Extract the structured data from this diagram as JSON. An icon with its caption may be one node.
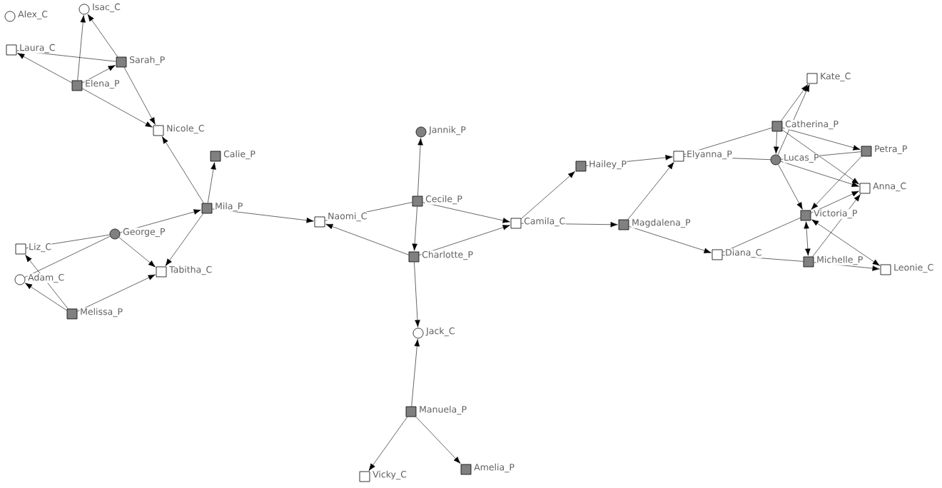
{
  "diagram": {
    "nodes": [
      {
        "text": [],
        "shape": "circle",
        "beside": [
          "Alex_C"
        ]
      },
      {
        "text": [],
        "shape": "circle",
        "beside": [
          "Isac_C"
        ]
      },
      {
        "text": [],
        "shape": "box",
        "beside": [
          "Laura_C"
        ]
      },
      {
        "text": [],
        "shape": "box",
        "beside": [
          "Sarah_P"
        ]
      },
      {
        "text": [],
        "shape": "box",
        "beside": [
          "Elena_P"
        ]
      },
      {
        "text": [],
        "shape": "box",
        "beside": [
          "Nicole_C"
        ]
      },
      {
        "text": [],
        "shape": "box",
        "beside": [
          "Calie_P"
        ]
      },
      {
        "text": [],
        "shape": "box",
        "beside": [
          "Mila_P"
        ]
      },
      {
        "text": [],
        "shape": "circle",
        "beside": [
          "George_P"
        ]
      },
      {
        "text": [],
        "shape": "box",
        "beside": [
          "Liz_C"
        ]
      },
      {
        "text": [],
        "shape": "box",
        "beside": [
          "Tabitha_C"
        ]
      },
      {
        "text": [],
        "shape": "circle",
        "beside": [
          "Adam_C"
        ]
      },
      {
        "text": [],
        "shape": "box",
        "beside": [
          "Melissa_P"
        ]
      },
      {
        "text": [],
        "shape": "circle",
        "beside": [
          "Jannik_P"
        ]
      },
      {
        "text": [],
        "shape": "box",
        "beside": [
          "Cecile_P"
        ]
      },
      {
        "text": [],
        "shape": "box",
        "beside": [
          "Naomi_C"
        ]
      },
      {
        "text": [],
        "shape": "box",
        "beside": [
          "Charlotte_P"
        ]
      },
      {
        "text": [],
        "shape": "box",
        "beside": [
          "Camila_C"
        ]
      },
      {
        "text": [],
        "shape": "box",
        "beside": [
          "Hailey_P"
        ]
      },
      {
        "text": [],
        "shape": "box",
        "beside": [
          "Elyanna_P"
        ]
      },
      {
        "text": [],
        "shape": "box",
        "beside": [
          "Magdalena_P"
        ]
      },
      {
        "text": [],
        "shape": "box",
        "beside": [
          "Diana_C"
        ]
      },
      {
        "text": [],
        "shape": "box",
        "beside": [
          "Kate_C"
        ]
      },
      {
        "text": [],
        "shape": "box",
        "beside": [
          "Catherina_P"
        ]
      },
      {
        "text": [],
        "shape": "circle",
        "beside": [
          "Lucas_P"
        ]
      },
      {
        "text": [],
        "shape": "box",
        "beside": [
          "Petra_P"
        ]
      },
      {
        "text": [],
        "shape": "box",
        "beside": [
          "Anna_C"
        ]
      },
      {
        "text": [],
        "shape": "box",
        "beside": [
          "Victoria_P"
        ]
      },
      {
        "text": [],
        "shape": "box",
        "beside": [
          "Michelle_P"
        ]
      },
      {
        "text": [],
        "shape": "box",
        "beside": [
          "Leonie_C"
        ]
      },
      {
        "text": [],
        "shape": "circle",
        "beside": [
          "Jack_C"
        ]
      },
      {
        "text": [],
        "shape": "box",
        "beside": [
          "Manuela_P"
        ]
      },
      {
        "text": [],
        "shape": "box",
        "beside": [
          "Vicky_C"
        ]
      },
      {
        "text": [],
        "shape": "box",
        "beside": [
          "Amelia_P"
        ]
      }
    ],
    "edges": [
      {
        "from": 4,
        "to": 1,
        "arrow": "to"
      },
      {
        "from": 3,
        "to": 1,
        "arrow": "to"
      },
      {
        "from": 3,
        "to": 2,
        "arrow": "none"
      },
      {
        "from": 4,
        "to": 2,
        "arrow": "to"
      },
      {
        "from": 4,
        "to": 3,
        "arrow": "to"
      },
      {
        "from": 4,
        "to": 5,
        "arrow": "to"
      },
      {
        "from": 3,
        "to": 5,
        "arrow": "to"
      },
      {
        "from": 7,
        "to": 5,
        "arrow": "to"
      },
      {
        "from": 7,
        "to": 6,
        "arrow": "to"
      },
      {
        "from": 8,
        "to": 7,
        "arrow": "to"
      },
      {
        "from": 7,
        "to": 10,
        "arrow": "to"
      },
      {
        "from": 8,
        "to": 10,
        "arrow": "to"
      },
      {
        "from": 8,
        "to": 9,
        "arrow": "none"
      },
      {
        "from": 8,
        "to": 11,
        "arrow": "none"
      },
      {
        "from": 12,
        "to": 9,
        "arrow": "to"
      },
      {
        "from": 12,
        "to": 11,
        "arrow": "to"
      },
      {
        "from": 12,
        "to": 10,
        "arrow": "to"
      },
      {
        "from": 7,
        "to": 15,
        "arrow": "to"
      },
      {
        "from": 14,
        "to": 15,
        "arrow": "none"
      },
      {
        "from": 16,
        "to": 15,
        "arrow": "to"
      },
      {
        "from": 14,
        "to": 13,
        "arrow": "to"
      },
      {
        "from": 14,
        "to": 16,
        "arrow": "to"
      },
      {
        "from": 14,
        "to": 17,
        "arrow": "to"
      },
      {
        "from": 16,
        "to": 17,
        "arrow": "to"
      },
      {
        "from": 16,
        "to": 30,
        "arrow": "to"
      },
      {
        "from": 31,
        "to": 30,
        "arrow": "to"
      },
      {
        "from": 31,
        "to": 32,
        "arrow": "to"
      },
      {
        "from": 31,
        "to": 33,
        "arrow": "to"
      },
      {
        "from": 17,
        "to": 18,
        "arrow": "to"
      },
      {
        "from": 17,
        "to": 20,
        "arrow": "to"
      },
      {
        "from": 18,
        "to": 19,
        "arrow": "to"
      },
      {
        "from": 20,
        "to": 19,
        "arrow": "to"
      },
      {
        "from": 20,
        "to": 21,
        "arrow": "to"
      },
      {
        "from": 19,
        "to": 23,
        "arrow": "none"
      },
      {
        "from": 19,
        "to": 24,
        "arrow": "none"
      },
      {
        "from": 23,
        "to": 22,
        "arrow": "to"
      },
      {
        "from": 24,
        "to": 22,
        "arrow": "to"
      },
      {
        "from": 23,
        "to": 24,
        "arrow": "to"
      },
      {
        "from": 23,
        "to": 25,
        "arrow": "to"
      },
      {
        "from": 23,
        "to": 26,
        "arrow": "to"
      },
      {
        "from": 24,
        "to": 25,
        "arrow": "none"
      },
      {
        "from": 24,
        "to": 26,
        "arrow": "to"
      },
      {
        "from": 24,
        "to": 27,
        "arrow": "to"
      },
      {
        "from": 25,
        "to": 27,
        "arrow": "to"
      },
      {
        "from": 27,
        "to": 26,
        "arrow": "to"
      },
      {
        "from": 28,
        "to": 26,
        "arrow": "to"
      },
      {
        "from": 27,
        "to": 28,
        "arrow": "both"
      },
      {
        "from": 27,
        "to": 21,
        "arrow": "none"
      },
      {
        "from": 21,
        "to": 28,
        "arrow": "none"
      },
      {
        "from": 27,
        "to": 29,
        "arrow": "both"
      },
      {
        "from": 28,
        "to": 29,
        "arrow": "to"
      }
    ]
  }
}
